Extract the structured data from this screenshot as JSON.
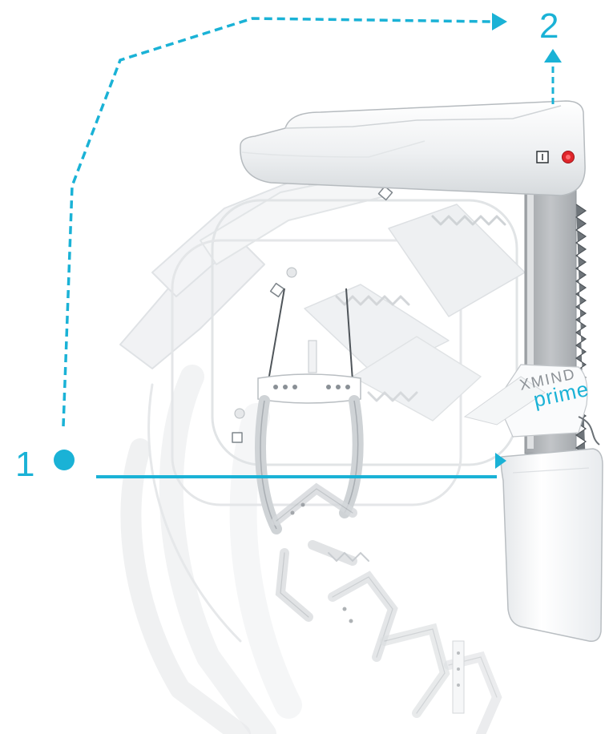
{
  "callouts": {
    "start_label": "1",
    "end_label": "2"
  },
  "device": {
    "brand_top": "XMIND",
    "brand_bottom": "prime"
  },
  "colors": {
    "accent": "#1ab2d6",
    "device_body": "#f4f5f6",
    "device_outline": "#c9cdd1",
    "column_gray": "#b9bcbf",
    "ghost_outline": "#dde0e3",
    "brand_gray": "#8d9297",
    "button_red": "#e0262b"
  },
  "icons": {
    "start_point": "filled-circle",
    "arrows": "triangle-arrowhead",
    "emergency_stop": "red-button-icon",
    "panel_switch": "square-switch-icon"
  }
}
